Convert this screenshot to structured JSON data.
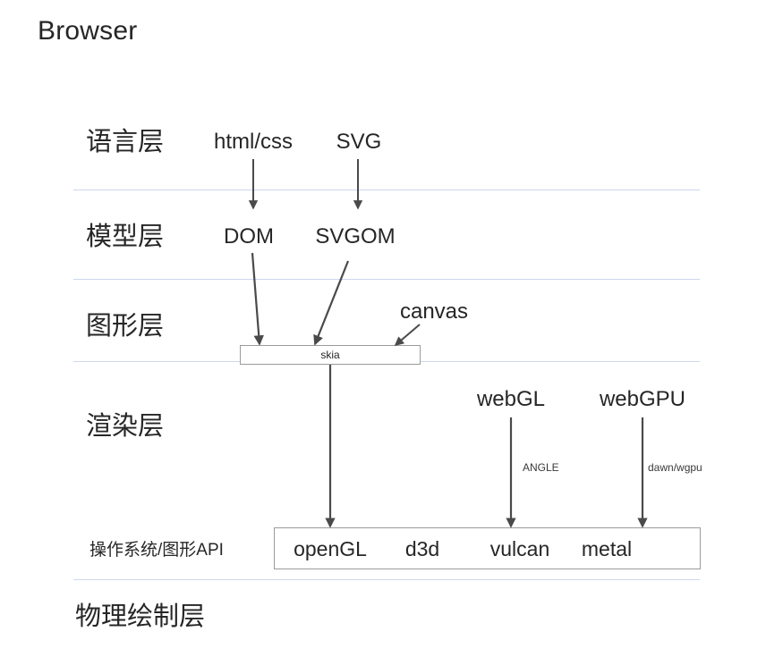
{
  "diagram": {
    "title": "Browser",
    "bottom_title": "物理绘制层",
    "accent_rule_color": "#cdd7ee",
    "text_color": "#262626",
    "arrow_color": "#4a4a4a",
    "box_border_color": "#9b9b9b",
    "layers": [
      {
        "key": "language",
        "label": "语言层"
      },
      {
        "key": "model",
        "label": "模型层"
      },
      {
        "key": "graphics",
        "label": "图形层"
      },
      {
        "key": "render",
        "label": "渲染层"
      }
    ],
    "os_row_label": "操作系统/图形API",
    "nodes": {
      "html_css": "html/css",
      "svg": "SVG",
      "dom": "DOM",
      "svgom": "SVGOM",
      "canvas": "canvas",
      "skia": "skia",
      "webgl": "webGL",
      "webgpu": "webGPU"
    },
    "os_apis": [
      "openGL",
      "d3d",
      "vulcan",
      "metal"
    ],
    "edge_labels": {
      "angle": "ANGLE",
      "dawn_wgpu": "dawn/wgpu"
    },
    "edges": [
      {
        "from": "html/css",
        "to": "DOM",
        "label": ""
      },
      {
        "from": "SVG",
        "to": "SVGOM",
        "label": ""
      },
      {
        "from": "DOM",
        "to": "skia",
        "label": ""
      },
      {
        "from": "SVGOM",
        "to": "skia",
        "label": ""
      },
      {
        "from": "canvas",
        "to": "skia",
        "label": ""
      },
      {
        "from": "skia",
        "to": "openGL",
        "label": ""
      },
      {
        "from": "webGL",
        "to": "vulcan",
        "label": "ANGLE"
      },
      {
        "from": "webGPU",
        "to": "metal",
        "label": "dawn/wgpu"
      }
    ]
  }
}
